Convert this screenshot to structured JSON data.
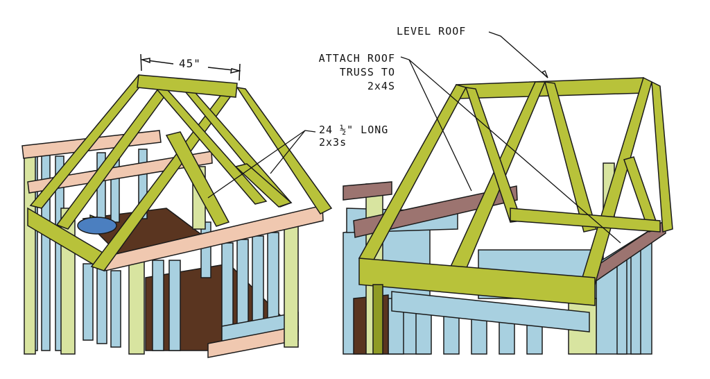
{
  "colors": {
    "truss": "#b8c23a",
    "truss_dark": "#8f9a25",
    "beam_pink": "#f0c8b0",
    "beam_brown": "#9c7470",
    "wall_blue": "#a8d0e0",
    "post_light": "#d8e4a0",
    "deck_brown": "#5a3520",
    "outline": "#1a1a1a"
  },
  "left_view": {
    "dimension_label": "45\"",
    "callout_line1": "24 ½\" LONG",
    "callout_line2": "2x3s"
  },
  "right_view": {
    "level_roof_label": "LEVEL ROOF",
    "attach_line1": "ATTACH ROOF",
    "attach_line2": "TRUSS TO",
    "attach_line3": "2x4S"
  }
}
